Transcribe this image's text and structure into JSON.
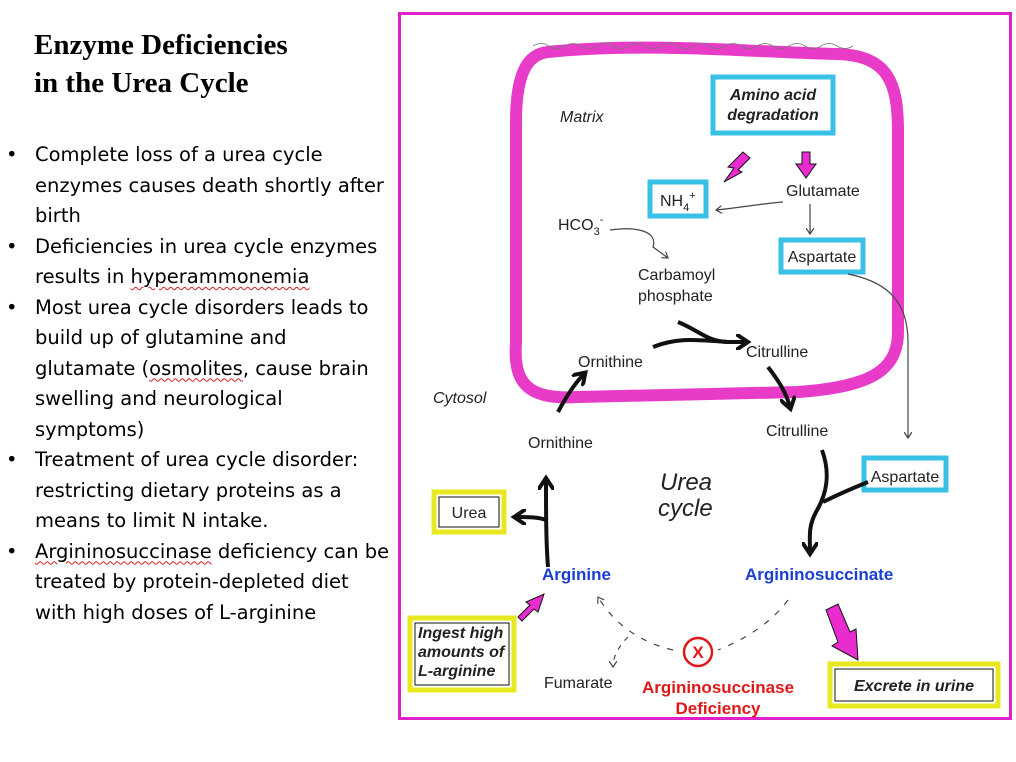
{
  "slide": {
    "title_line1": "Enzyme Deficiencies",
    "title_line2": "in the Urea Cycle",
    "bullets": [
      {
        "pre": "Complete loss of a urea cycle enzymes causes death shortly after birth"
      },
      {
        "pre": "Deficiencies in urea cycle enzymes results in ",
        "squiggle": "hyperammonemia",
        "post": ""
      },
      {
        "pre": "Most urea cycle disorders leads to build up of glutamine and glutamate (",
        "squiggle": "osmolites",
        "post": ", cause brain swelling and neurological symptoms)"
      },
      {
        "pre": "Treatment of urea cycle disorder: restricting dietary proteins as a means to limit N intake."
      },
      {
        "pre": "",
        "squiggle": "Argininosuccinase",
        "post": " deficiency can be treated by protein-depleted diet with high doses of L-arginine"
      }
    ]
  },
  "diagram": {
    "matrix": "Matrix",
    "cytosol": "Cytosol",
    "amino_acid_l1": "Amino acid",
    "amino_acid_l2": "degradation",
    "nh4": "NH",
    "nh4_sub": "4",
    "nh4_sup": "+",
    "glutamate": "Glutamate",
    "hco3": "HCO",
    "hco3_sub": "3",
    "hco3_sup": "-",
    "aspartate_matrix": "Aspartate",
    "carbamoyl_l1": "Carbamoyl",
    "carbamoyl_l2": "phosphate",
    "ornithine_matrix": "Ornithine",
    "citrulline_matrix": "Citrulline",
    "ornithine_cytosol": "Ornithine",
    "citrulline_cytosol": "Citrulline",
    "aspartate_cytosol": "Aspartate",
    "urea_cycle_l1": "Urea",
    "urea_cycle_l2": "cycle",
    "urea": "Urea",
    "arginine": "Arginine",
    "argininosuccinate": "Argininosuccinate",
    "ingest_l1": "Ingest high",
    "ingest_l2": "amounts of",
    "ingest_l3": "L-arginine",
    "fumarate": "Fumarate",
    "x_mark": "X",
    "deficiency_l1": "Argininosuccinase",
    "deficiency_l2": "Deficiency",
    "excrete": "Excrete in urine"
  },
  "colors": {
    "membrane": "#e83cc8",
    "cyan_box": "#39c0e6",
    "yellow_box": "#e8e820",
    "pink_arrow": "#ea2bd0",
    "blue_text": "#1a3fd0",
    "red_text": "#e01818",
    "frame": "#e020c8"
  }
}
